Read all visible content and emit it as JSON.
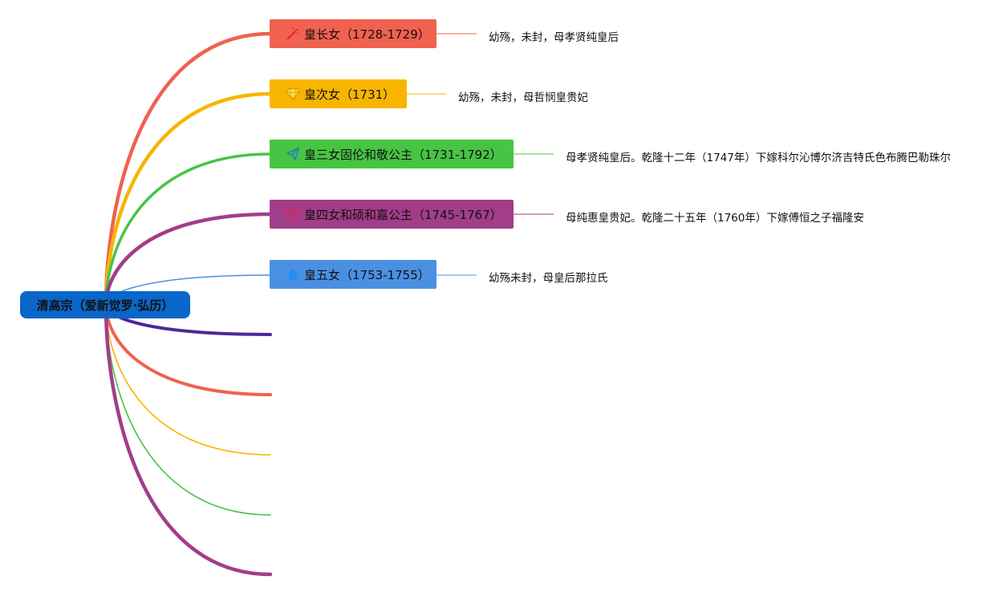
{
  "root": {
    "label": "清高宗（爱新觉罗·弘历）"
  },
  "branches": [
    {
      "label": "皇长女（1728-1729）",
      "note": "幼殇，未封，母孝贤纯皇后",
      "color": "#f0614f",
      "icon": "magic-wand-icon"
    },
    {
      "label": "皇次女（1731）",
      "note": "幼殇，未封，母哲悯皇贵妃",
      "color": "#f7b500",
      "icon": "diamond-icon"
    },
    {
      "label": "皇三女固伦和敬公主（1731-1792）",
      "note": "母孝贤纯皇后。乾隆十二年（1747年）下嫁科尔沁博尔济吉特氏色布腾巴勒珠尔",
      "color": "#47c443",
      "icon": "paper-plane-icon"
    },
    {
      "label": "皇四女和硕和嘉公主（1745-1767）",
      "note": "母纯惠皇贵妃。乾隆二十五年（1760年）下嫁傅恒之子福隆安",
      "color": "#a23d8a",
      "icon": "heart-icon"
    },
    {
      "label": "皇五女（1753-1755）",
      "note": "幼殇未封，母皇后那拉氏",
      "color": "#4a90e2",
      "icon": "house-icon"
    }
  ],
  "empty_branch_colors": [
    "#4a2a95",
    "#f0614f",
    "#f7b500",
    "#47c443",
    "#a23d8a"
  ]
}
